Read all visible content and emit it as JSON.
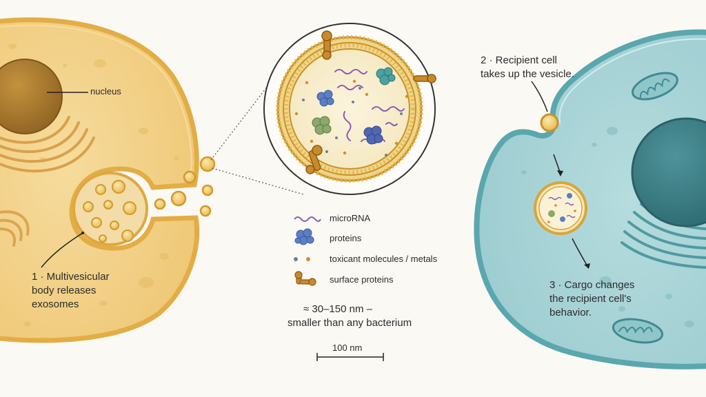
{
  "colors": {
    "background": "#fbf9f4",
    "donor_cell": "#f1cf86",
    "donor_membrane": "#e2ab3c",
    "recipient_cell": "#a9d3d6",
    "recipient_membrane": "#5fa9b0",
    "recipient_nucleus": "#3f7f86",
    "vesicle": "#e3b23c",
    "microrna": "#8a5bb0",
    "proteins": "#5b7fc4",
    "toxicant": "#d18d2c",
    "surface_protein": "#c98a2c"
  },
  "labels": {
    "nucleus": "nucleus",
    "step1_line1": "1 · Multivesicular",
    "step1_line2": "body releases",
    "step1_line3": "exosomes",
    "step2_line1": "2 · Recipient cell",
    "step2_line2": "takes up the vesicle.",
    "step3_line1": "3 · Cargo changes",
    "step3_line2": "the recipient cell's",
    "step3_line3": "behavior."
  },
  "legend": {
    "items": [
      {
        "icon": "microrna-icon",
        "label": "microRNA"
      },
      {
        "icon": "protein-cluster-icon",
        "label": "proteins"
      },
      {
        "icon": "toxicant-dots-icon",
        "label": "toxicant molecules / metals"
      },
      {
        "icon": "surface-protein-icon",
        "label": "surface proteins"
      }
    ]
  },
  "size_note": {
    "line1": "≈ 30–150 nm –",
    "line2": "smaller than any bacterium"
  },
  "scale_bar": {
    "label": "100 nm"
  }
}
